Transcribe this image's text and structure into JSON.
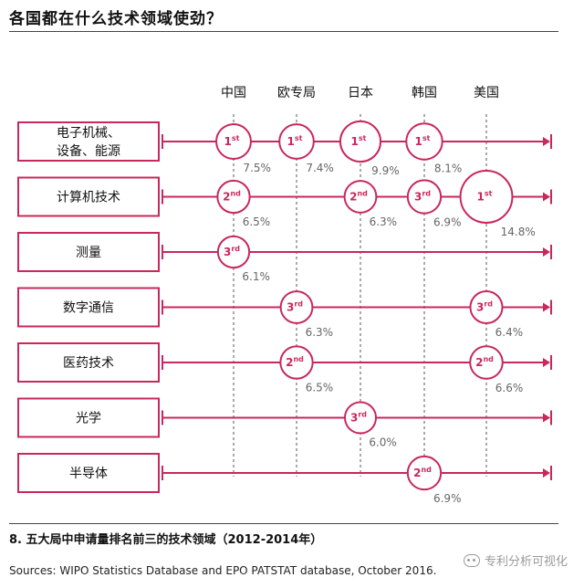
{
  "title": "各国都在什么技术领域使劲？",
  "caption": "8. 五大局中申请量排名前三的技术领域（2012-2014年）",
  "source": "Sources: WIPO Statistics Database and EPO PATSTAT database, October 2016.",
  "watermark": "专利分析可视化",
  "colors": {
    "accent": "#c8285a",
    "grid": "#555555",
    "value_text": "#666666"
  },
  "chart_data": {
    "type": "table",
    "title": "各国都在什么技术领域使劲？",
    "columns": [
      "中国",
      "欧专局",
      "日本",
      "韩国",
      "美国"
    ],
    "rows": [
      "电子机械、设备、能源",
      "计算机技术",
      "测量",
      "数字通信",
      "医药技术",
      "光学",
      "半导体"
    ],
    "row_label_lines": [
      [
        "电子机械、",
        "设备、能源"
      ],
      [
        "计算机技术"
      ],
      [
        "测量"
      ],
      [
        "数字通信"
      ],
      [
        "医药技术"
      ],
      [
        "光学"
      ],
      [
        "半导体"
      ]
    ],
    "cells": [
      {
        "row": 0,
        "col": 0,
        "rank": 1,
        "rank_label": "1",
        "suffix": "st",
        "share": "7.5%",
        "value": 7.5
      },
      {
        "row": 0,
        "col": 1,
        "rank": 1,
        "rank_label": "1",
        "suffix": "st",
        "share": "7.4%",
        "value": 7.4
      },
      {
        "row": 0,
        "col": 2,
        "rank": 1,
        "rank_label": "1",
        "suffix": "st",
        "share": "9.9%",
        "value": 9.9
      },
      {
        "row": 0,
        "col": 3,
        "rank": 1,
        "rank_label": "1",
        "suffix": "st",
        "share": "8.1%",
        "value": 8.1
      },
      {
        "row": 1,
        "col": 0,
        "rank": 2,
        "rank_label": "2",
        "suffix": "nd",
        "share": "6.5%",
        "value": 6.5
      },
      {
        "row": 1,
        "col": 2,
        "rank": 2,
        "rank_label": "2",
        "suffix": "nd",
        "share": "6.3%",
        "value": 6.3
      },
      {
        "row": 1,
        "col": 3,
        "rank": 3,
        "rank_label": "3",
        "suffix": "rd",
        "share": "6.9%",
        "value": 6.9
      },
      {
        "row": 1,
        "col": 4,
        "rank": 1,
        "rank_label": "1",
        "suffix": "st",
        "share": "14.8%",
        "value": 14.8
      },
      {
        "row": 2,
        "col": 0,
        "rank": 3,
        "rank_label": "3",
        "suffix": "rd",
        "share": "6.1%",
        "value": 6.1
      },
      {
        "row": 3,
        "col": 1,
        "rank": 3,
        "rank_label": "3",
        "suffix": "rd",
        "share": "6.3%",
        "value": 6.3
      },
      {
        "row": 3,
        "col": 4,
        "rank": 3,
        "rank_label": "3",
        "suffix": "rd",
        "share": "6.4%",
        "value": 6.4
      },
      {
        "row": 4,
        "col": 1,
        "rank": 2,
        "rank_label": "2",
        "suffix": "nd",
        "share": "6.5%",
        "value": 6.5
      },
      {
        "row": 4,
        "col": 4,
        "rank": 2,
        "rank_label": "2",
        "suffix": "nd",
        "share": "6.6%",
        "value": 6.6
      },
      {
        "row": 5,
        "col": 2,
        "rank": 3,
        "rank_label": "3",
        "suffix": "rd",
        "share": "6.0%",
        "value": 6.0
      },
      {
        "row": 6,
        "col": 3,
        "rank": 2,
        "rank_label": "2",
        "suffix": "nd",
        "share": "6.9%",
        "value": 6.9
      }
    ]
  }
}
